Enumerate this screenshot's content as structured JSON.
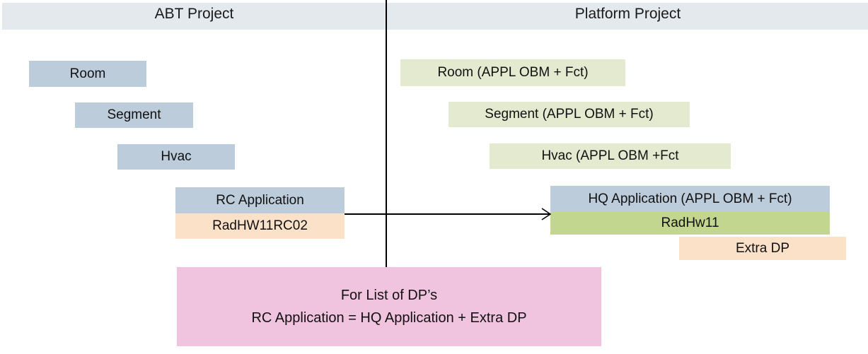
{
  "columns": {
    "left": {
      "title": "ABT Project"
    },
    "right": {
      "title": "Platform  Project"
    }
  },
  "left_items": [
    {
      "label": "Room",
      "color": "#bdccdb"
    },
    {
      "label": "Segment",
      "color": "#bdccdb"
    },
    {
      "label": "Hvac",
      "color": "#bdccdb"
    },
    {
      "label": "RC Application",
      "color": "#bdccdb"
    },
    {
      "label": "RadHW11RC02",
      "color": "#fbe1c8"
    }
  ],
  "right_items": [
    {
      "label": "Room (APPL OBM + Fct)",
      "color": "#e3ead0"
    },
    {
      "label": "Segment (APPL OBM + Fct)",
      "color": "#e3ead0"
    },
    {
      "label": "Hvac (APPL OBM +Fct",
      "color": "#e3ead0"
    },
    {
      "label": "HQ Application  (APPL OBM + Fct)",
      "color": "#bdccdb"
    },
    {
      "label": "RadHw11",
      "color": "#c3d68f"
    },
    {
      "label": "Extra DP",
      "color": "#fbe1c8"
    }
  ],
  "note": {
    "line1": "For List of DP’s",
    "line2": "RC Application  =  HQ Application  +  Extra DP",
    "color": "#f0c3de"
  },
  "connector": {
    "name": "rc-to-hq-arrow",
    "color": "#000000"
  },
  "divider": {
    "color": "#000000"
  },
  "header_band_color": "#e4e9ee"
}
